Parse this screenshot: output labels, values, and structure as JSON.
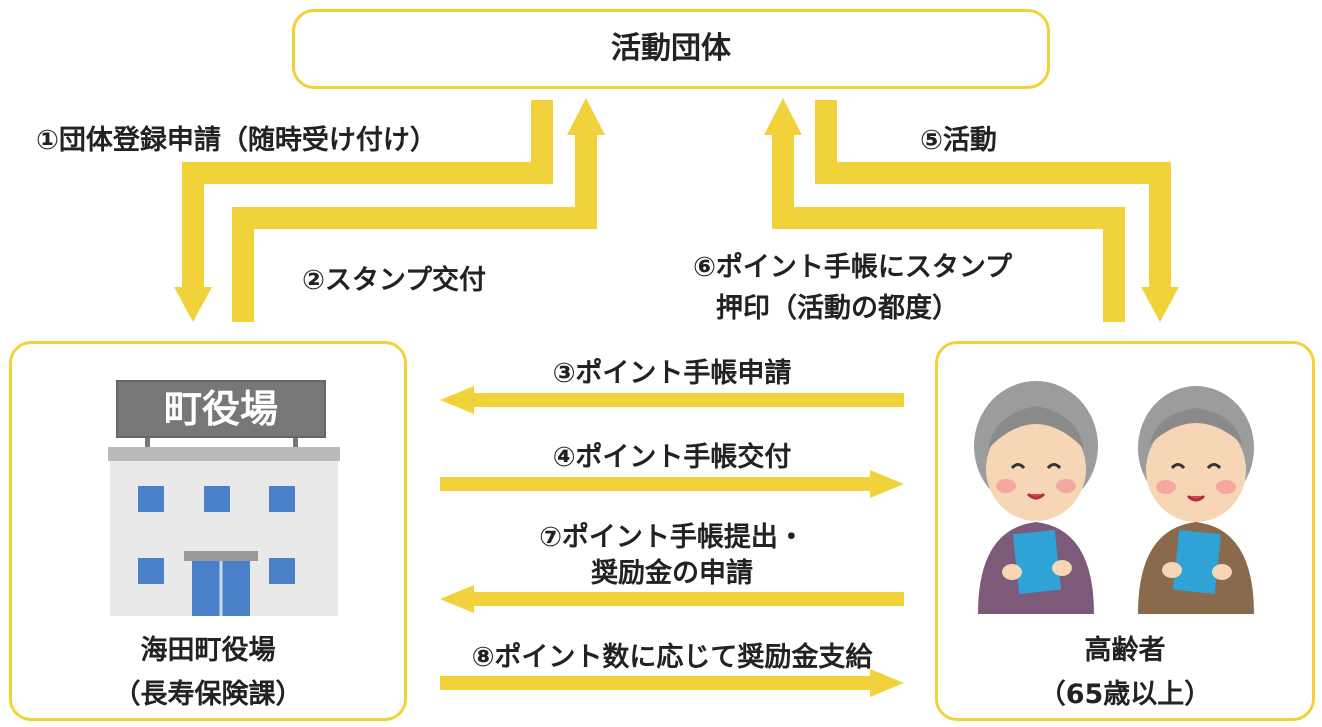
{
  "colors": {
    "arrow": "#f2d23a",
    "border": "#f2d23a",
    "text": "#222222",
    "window": "#4a7fc9",
    "building": "#e9e9e9",
    "sign": "#777777"
  },
  "top_box": {
    "title": "活動団体"
  },
  "left_box": {
    "sign_text": "町役場",
    "name": "海田町役場",
    "dept": "（長寿保険課）"
  },
  "right_box": {
    "name": "高齢者",
    "age": "（65歳以上）"
  },
  "steps": {
    "s1": "①団体登録申請（随時受け付け）",
    "s2": "②スタンプ交付",
    "s3": "③ポイント手帳申請",
    "s4": "④ポイント手帳交付",
    "s5": "⑤活動",
    "s6_line1": "⑥ポイント手帳にスタンプ",
    "s6_line2": "押印（活動の都度）",
    "s7_line1": "⑦ポイント手帳提出・",
    "s7_line2": "奨励金の申請",
    "s8": "⑧ポイント数に応じて奨励金支給"
  }
}
